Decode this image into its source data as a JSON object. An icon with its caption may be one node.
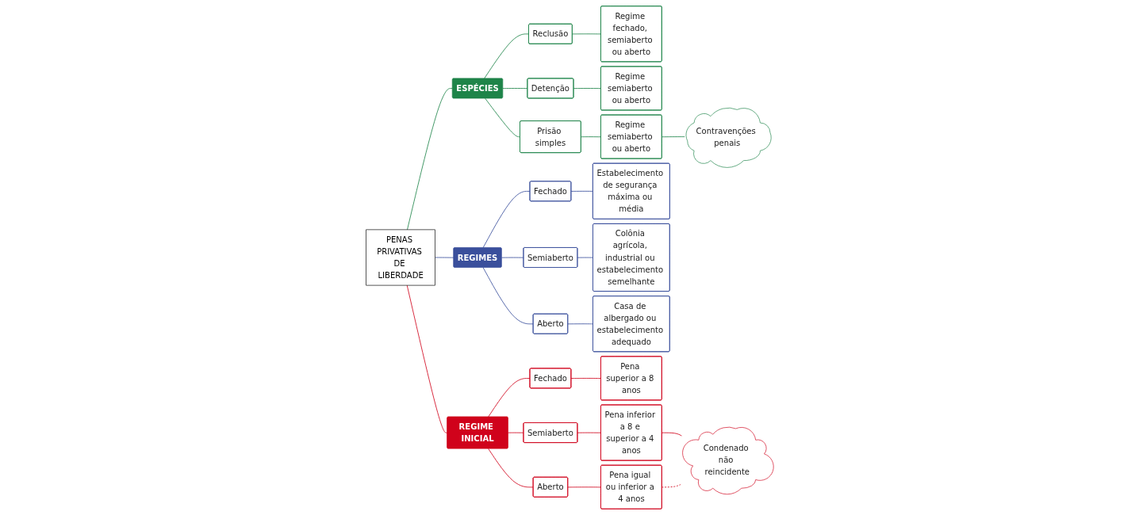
{
  "diagram": {
    "nodes": [
      {
        "text": [
          "PENAS PRIVATIVAS DE LIBERDADE"
        ]
      },
      {
        "text": [
          "ESPÉCIES"
        ]
      },
      {
        "text": [
          "Reclusão"
        ]
      },
      {
        "text": [
          "Regime fechado, semiaberto ou aberto"
        ]
      },
      {
        "text": [
          "Detenção"
        ]
      },
      {
        "text": [
          "Regime semiaberto ou aberto"
        ]
      },
      {
        "text": [
          "Prisão simples"
        ]
      },
      {
        "text": [
          "Regime semiaberto ou aberto"
        ]
      },
      {
        "text": [
          "Contravenções penais"
        ]
      },
      {
        "text": [
          "REGIMES"
        ]
      },
      {
        "text": [
          "Fechado"
        ]
      },
      {
        "text": [
          "Estabelecimento de segurança máxima ou média"
        ]
      },
      {
        "text": [
          "Semiaberto"
        ]
      },
      {
        "text": [
          "Colônia agrícola, industrial ou estabelecimento semelhante"
        ]
      },
      {
        "text": [
          "Aberto"
        ]
      },
      {
        "text": [
          "Casa de albergado ou estabelecimento adequado"
        ]
      },
      {
        "text": [
          "REGIME INICIAL"
        ]
      },
      {
        "text": [
          "Fechado"
        ]
      },
      {
        "text": [
          "Pena superior a 8 anos"
        ]
      },
      {
        "text": [
          "Semiaberto"
        ]
      },
      {
        "text": [
          "Pena inferior a 8 e superior a 4 anos"
        ]
      },
      {
        "text": [
          "Aberto"
        ]
      },
      {
        "text": [
          "Pena igual ou inferior a 4 anos"
        ]
      },
      {
        "text": [
          "Condenado não reincidente"
        ]
      }
    ],
    "edges": [
      {
        "from": 0,
        "to": 1,
        "arrow": "none",
        "color": "#1e8449"
      },
      {
        "from": 1,
        "to": 2,
        "arrow": "none",
        "color": "#1e8449"
      },
      {
        "from": 1,
        "to": 4,
        "arrow": "none",
        "color": "#1e8449"
      },
      {
        "from": 1,
        "to": 6,
        "arrow": "none",
        "color": "#1e8449"
      },
      {
        "from": 2,
        "to": 3,
        "arrow": "none",
        "color": "#1e8449"
      },
      {
        "from": 4,
        "to": 5,
        "arrow": "none",
        "color": "#1e8449"
      },
      {
        "from": 6,
        "to": 7,
        "arrow": "none",
        "color": "#1e8449"
      },
      {
        "from": 7,
        "to": 8,
        "arrow": "none",
        "color": "#1e8449"
      },
      {
        "from": 0,
        "to": 9,
        "arrow": "none",
        "color": "#3a4f9c"
      },
      {
        "from": 9,
        "to": 10,
        "arrow": "none",
        "color": "#3a4f9c"
      },
      {
        "from": 9,
        "to": 12,
        "arrow": "none",
        "color": "#3a4f9c"
      },
      {
        "from": 9,
        "to": 14,
        "arrow": "none",
        "color": "#3a4f9c"
      },
      {
        "from": 10,
        "to": 11,
        "arrow": "none",
        "color": "#3a4f9c"
      },
      {
        "from": 12,
        "to": 13,
        "arrow": "none",
        "color": "#3a4f9c"
      },
      {
        "from": 14,
        "to": 15,
        "arrow": "none",
        "color": "#3a4f9c"
      },
      {
        "from": 0,
        "to": 16,
        "arrow": "none"
      },
      {
        "from": 16,
        "to": 17,
        "arrow": "none"
      },
      {
        "from": 16,
        "to": 19,
        "arrow": "none"
      },
      {
        "from": 16,
        "to": 21,
        "arrow": "none"
      },
      {
        "from": 17,
        "to": 18,
        "arrow": "none"
      },
      {
        "from": 19,
        "to": 20,
        "arrow": "none"
      },
      {
        "from": 21,
        "to": 22,
        "arrow": "none"
      },
      {
        "from": 20,
        "to": 23,
        "arrow": "none"
      },
      {
        "from": 22,
        "to": 23,
        "arrow": "none",
        "style": "dashed"
      }
    ]
  }
}
